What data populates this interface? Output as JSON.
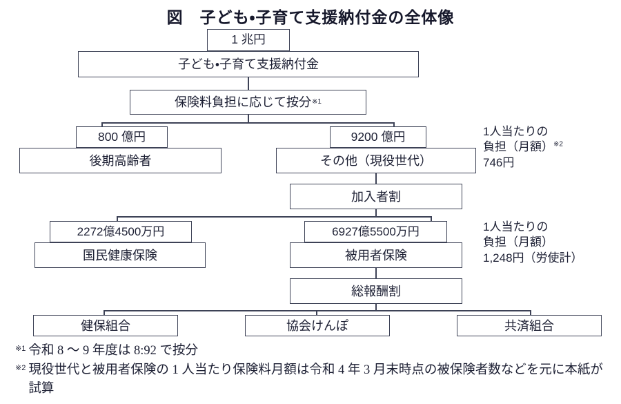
{
  "title": "図　子ども・子育て支援納付金の全体像",
  "nodes": {
    "total_amount": "1 兆円",
    "levy": "子ども・子育て支援納付金",
    "allocation": "保険料負担に応じて按分",
    "allocation_mark": "※1",
    "elderly_amount": "800 億円",
    "elderly": "後期高齢者",
    "others_amount": "9200 億円",
    "others": "その他（現役世代）",
    "member_share": "加入者割",
    "nhi_amount": "2272億4500万円",
    "nhi": "国民健康保険",
    "employee_amount": "6927億5500万円",
    "employee": "被用者保険",
    "total_reward_share": "総報酬割",
    "kenpo_union": "健保組合",
    "kyokai_kenpo": "協会けんぽ",
    "kyosai_union": "共済組合"
  },
  "side_notes": {
    "per_person_1": {
      "line1": "1人当たりの",
      "line2": "負担（月額）",
      "line2_mark": "※2",
      "line3": "746円"
    },
    "per_person_2": {
      "line1": "1人当たりの",
      "line2": "負担（月額）",
      "line3": "1,248円（労使計）"
    }
  },
  "footnotes": [
    {
      "mark": "※1",
      "text": "令和 8 〜 9 年度は 8:92 で按分"
    },
    {
      "mark": "※2",
      "text": "現役世代と被用者保険の 1 人当たり保険料月額は令和 4 年 3 月末時点の被保険者数などを元に本紙が試算"
    }
  ],
  "colors": {
    "border": "#3d4256",
    "text": "#1c1f33",
    "background": "#ffffff"
  }
}
